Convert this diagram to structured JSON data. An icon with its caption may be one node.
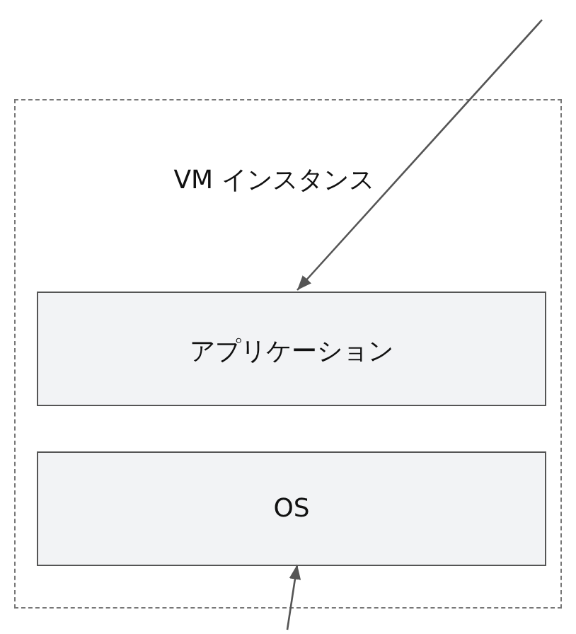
{
  "diagram": {
    "nodes": [
      {
        "text": [
          "VM インスタンス"
        ]
      },
      {
        "text": [
          "アプリケーション"
        ],
        "in": 0
      },
      {
        "text": [
          "OS"
        ],
        "in": 0
      }
    ],
    "edges": [
      {
        "from": null,
        "to": 1,
        "arrow": "to"
      },
      {
        "from": null,
        "to": 2,
        "arrow": "to"
      }
    ]
  }
}
